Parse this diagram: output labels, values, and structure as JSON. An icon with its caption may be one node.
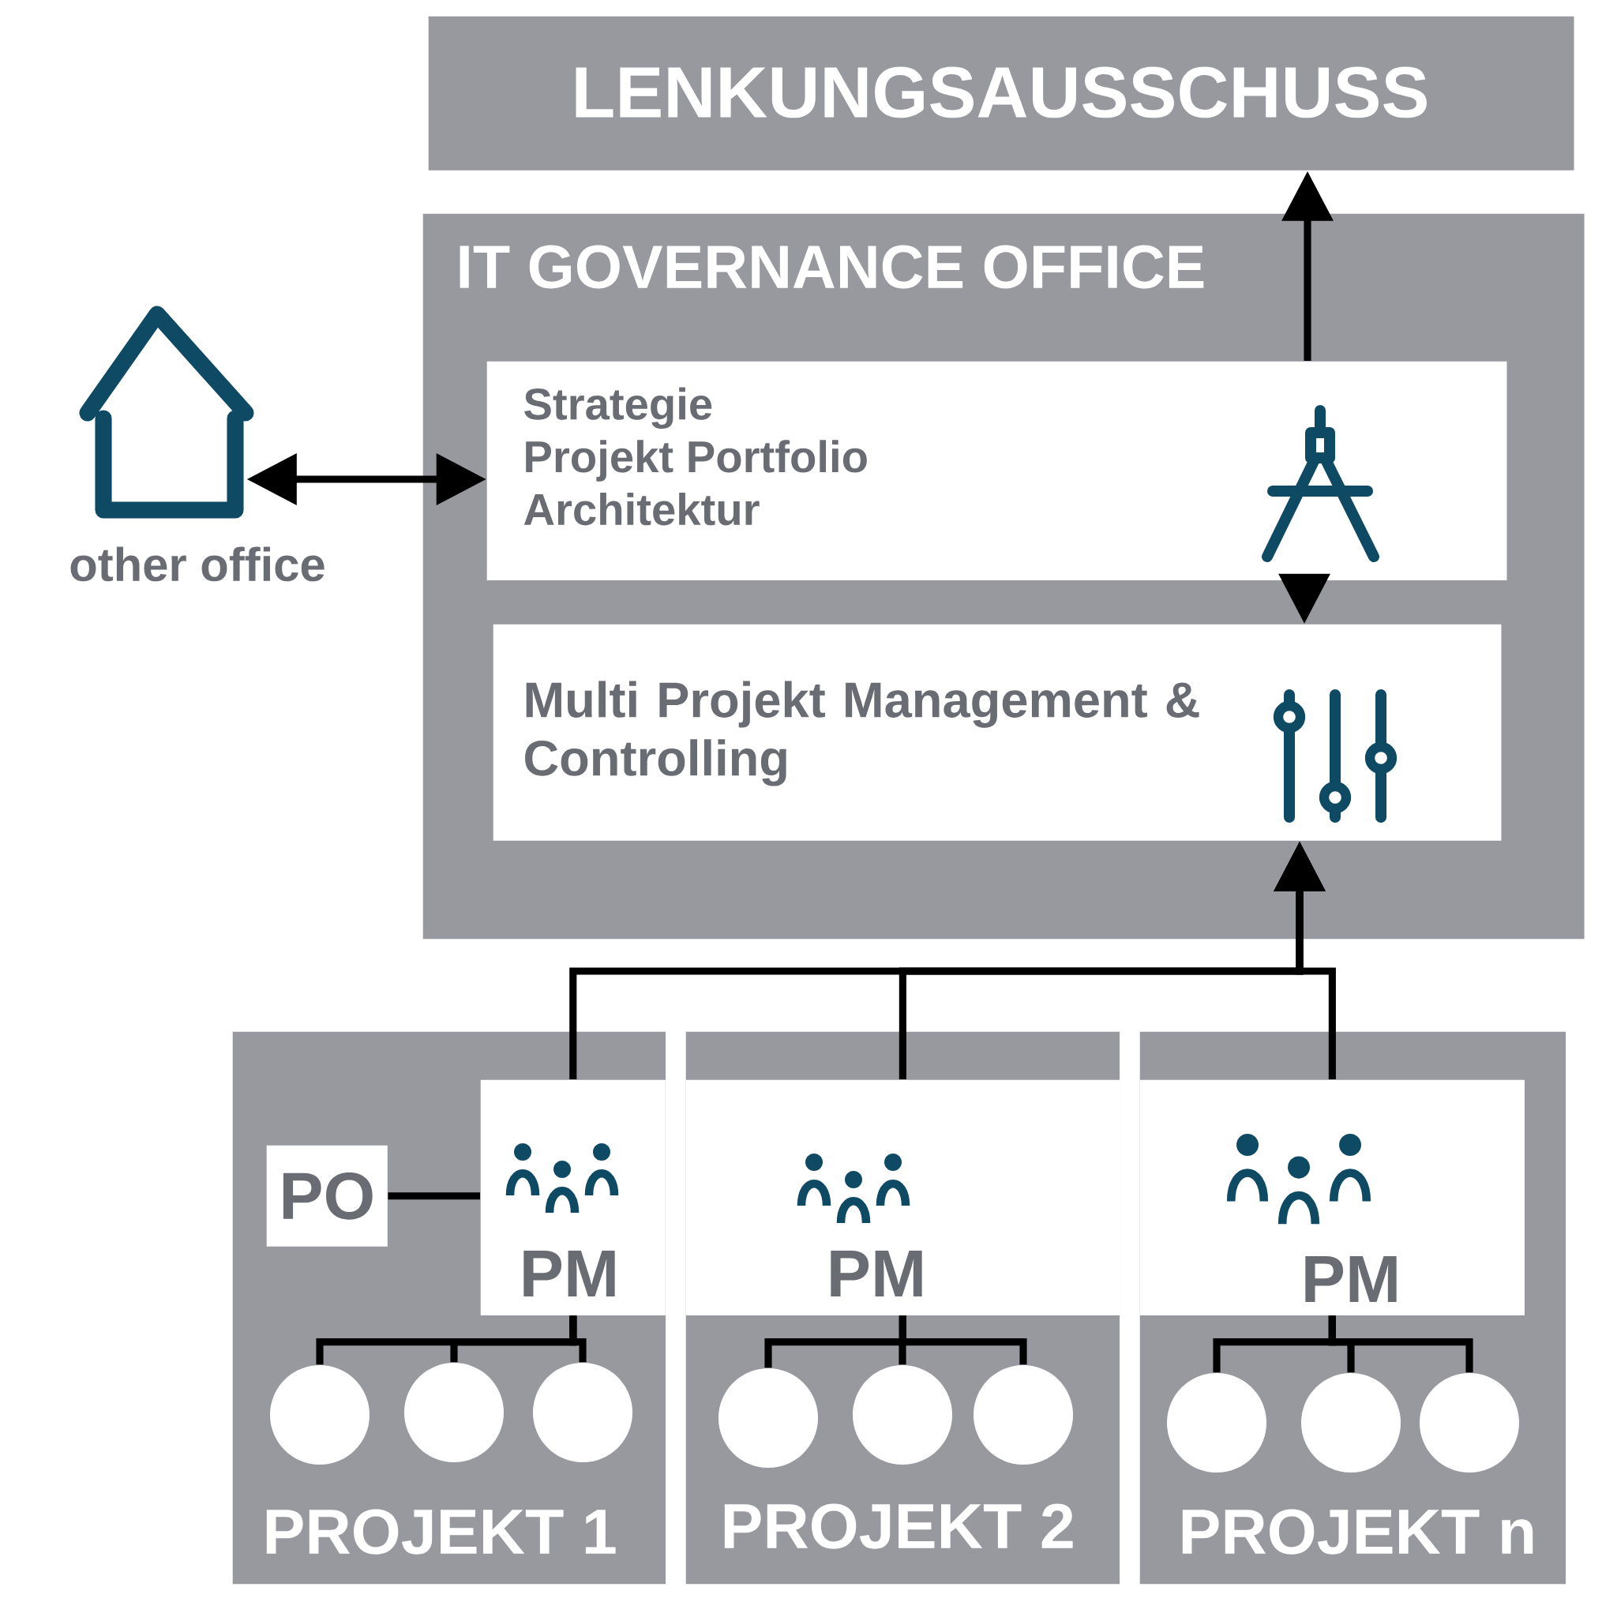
{
  "diagram": {
    "nodes": [
      {
        "text": [
          "LENKUNGSAUSSCHUSS"
        ]
      },
      {
        "text": [
          "IT GOVERNANCE OFFICE"
        ]
      },
      {
        "text": [
          "Strategie",
          "Projekt Portfolio",
          "Architektur"
        ],
        "in": 1
      },
      {
        "text": [
          "Multi Projekt Management & Controlling"
        ],
        "in": 1
      },
      {
        "text": [],
        "shape": "picture",
        "beside": [
          "other office"
        ]
      },
      {
        "text": [
          "PROJEKT 1"
        ]
      },
      {
        "text": [
          "PROJEKT 2"
        ]
      },
      {
        "text": [
          "PROJEKT n"
        ]
      },
      {
        "text": [
          "PM"
        ],
        "in": 5
      },
      {
        "text": [
          "PM"
        ],
        "in": 6
      },
      {
        "text": [
          "PM"
        ],
        "in": 7
      },
      {
        "text": [
          "PO"
        ],
        "in": 5
      },
      {
        "text": [],
        "shape": "circle",
        "in": 5
      },
      {
        "text": [],
        "shape": "circle",
        "in": 5
      },
      {
        "text": [],
        "shape": "circle",
        "in": 5
      },
      {
        "text": [],
        "shape": "circle",
        "in": 6
      },
      {
        "text": [],
        "shape": "circle",
        "in": 6
      },
      {
        "text": [],
        "shape": "circle",
        "in": 6
      },
      {
        "text": [],
        "shape": "circle",
        "in": 7
      },
      {
        "text": [],
        "shape": "circle",
        "in": 7
      },
      {
        "text": [],
        "shape": "circle",
        "in": 7
      }
    ],
    "edges": [
      {
        "from": 2,
        "to": 0,
        "arrow": "to"
      },
      {
        "from": 4,
        "to": 2,
        "arrow": "both"
      },
      {
        "from": 2,
        "to": 3,
        "arrow": "to"
      },
      {
        "from": 8,
        "to": 3,
        "arrow": "to"
      },
      {
        "from": 9,
        "to": 3,
        "arrow": "to"
      },
      {
        "from": 10,
        "to": 3,
        "arrow": "to"
      },
      {
        "from": 11,
        "to": 8,
        "arrow": "none"
      },
      {
        "from": 8,
        "to": 12,
        "arrow": "none"
      },
      {
        "from": 8,
        "to": 13,
        "arrow": "none"
      },
      {
        "from": 8,
        "to": 14,
        "arrow": "none"
      },
      {
        "from": 9,
        "to": 15,
        "arrow": "none"
      },
      {
        "from": 9,
        "to": 16,
        "arrow": "none"
      },
      {
        "from": 9,
        "to": 17,
        "arrow": "none"
      },
      {
        "from": 10,
        "to": 18,
        "arrow": "none"
      },
      {
        "from": 10,
        "to": 19,
        "arrow": "none"
      },
      {
        "from": 10,
        "to": 20,
        "arrow": "none"
      }
    ]
  }
}
